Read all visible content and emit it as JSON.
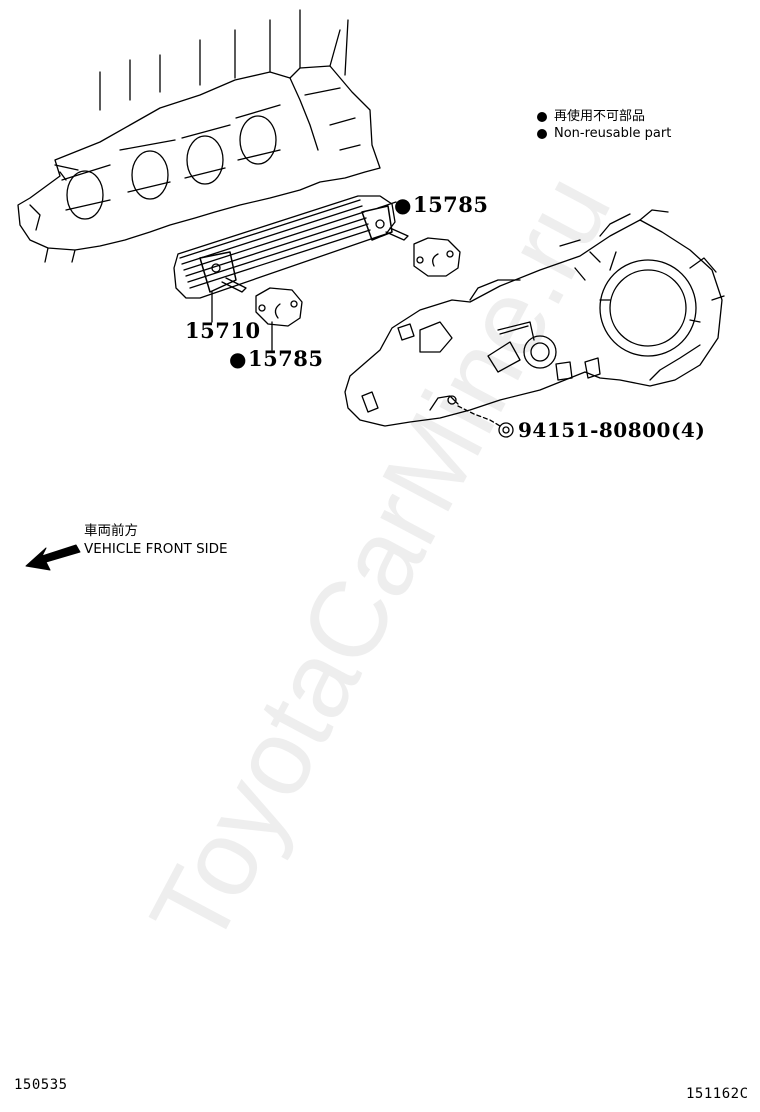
{
  "legend": {
    "line1": "再使用不可部品",
    "line2": "Non-reusable part"
  },
  "callouts": {
    "gasket_upper": "15785",
    "cooler": "15710",
    "gasket_lower": "15785",
    "nut": "94151-80800(4)"
  },
  "front": {
    "jp": "車両前方",
    "en": "VEHICLE FRONT SIDE"
  },
  "codes": {
    "left": "150535",
    "right": "151162C"
  },
  "watermark": "ToyotaCarMine.ru"
}
